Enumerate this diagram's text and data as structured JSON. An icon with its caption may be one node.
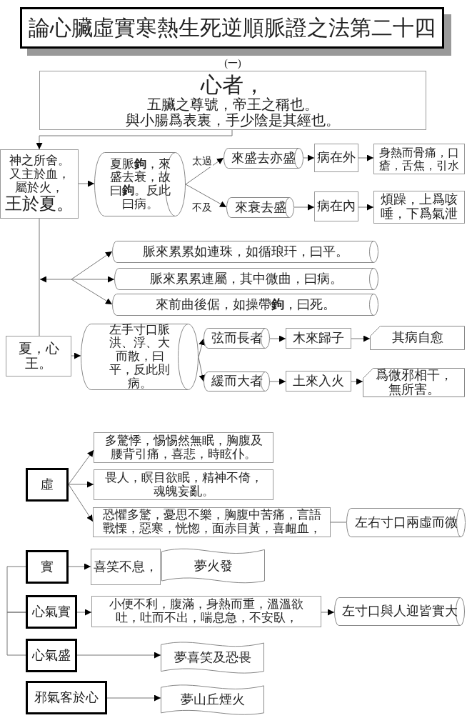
{
  "diagram": {
    "title": "論心臟虛實寒熱生死逆順脈證之法第二十四",
    "nodes": [
      {
        "text": [
          "心者，",
          "五臟之尊號，帝王之稱也。",
          "與小腸爲表裏，手少陰是其經也。"
        ],
        "beside": [
          "(一)"
        ]
      },
      {
        "text": [
          "神之所舍。又主於血，屬於火，",
          "王於夏。"
        ]
      },
      {
        "text": [
          "夏脈**鉤**，來盛去衰，故曰**鉤**。反此曰病。"
        ]
      },
      {
        "text": [
          "來盛去亦盛"
        ]
      },
      {
        "text": [
          "病在外"
        ]
      },
      {
        "text": [
          "身熱而骨痛，口瘡，舌焦，引水"
        ]
      },
      {
        "text": [
          "來衰去盛"
        ]
      },
      {
        "text": [
          "病在內"
        ]
      },
      {
        "text": [
          "煩躁，上爲咳唾，下爲氣泄"
        ]
      },
      {
        "text": [
          "脈來累累如連珠，如循琅玕，曰平。"
        ]
      },
      {
        "text": [
          "脈來累累連屬，其中微曲，曰病。"
        ]
      },
      {
        "text": [
          "來前曲後倨，如操帶**鉤**，曰死。"
        ]
      },
      {
        "text": [
          "夏，心王。"
        ]
      },
      {
        "text": [
          "左手寸口脈洪、浮、大而散，曰平，反此則病。"
        ]
      },
      {
        "text": [
          "弦而長者"
        ]
      },
      {
        "text": [
          "木來歸子"
        ]
      },
      {
        "text": [
          "其病自愈"
        ]
      },
      {
        "text": [
          "緩而大者"
        ]
      },
      {
        "text": [
          "土來入火"
        ]
      },
      {
        "text": [
          "爲微邪相干，無所害。"
        ]
      },
      {
        "text": [
          "虛"
        ]
      },
      {
        "text": [
          "多驚悸，惕惕然無眠，胸腹及腰背引痛，喜悲，時眩仆。"
        ]
      },
      {
        "text": [
          "畏人，瞑目欲眠，精神不倚，魂魄妄亂。"
        ]
      },
      {
        "text": [
          "恐懼多驚，憂思不樂，胸腹中苦痛，言語戰慄，惡寒，恍惚，面赤目黃，喜衄血，"
        ]
      },
      {
        "text": [
          "左右寸口兩虛而微"
        ]
      },
      {
        "text": [
          "實"
        ]
      },
      {
        "text": [
          "喜笑不息，"
        ]
      },
      {
        "text": [
          "夢火發"
        ]
      },
      {
        "text": [
          "心氣實"
        ]
      },
      {
        "text": [
          "小便不利，腹滿，身熱而重，溫溫欲吐，吐而不出，喘息急，不安臥，"
        ]
      },
      {
        "text": [
          "左寸口與人迎皆實大"
        ]
      },
      {
        "text": [
          "心氣盛"
        ]
      },
      {
        "text": [
          "夢喜笑及恐畏"
        ]
      },
      {
        "text": [
          "邪氣客於心"
        ]
      },
      {
        "text": [
          "夢山丘煙火"
        ]
      }
    ],
    "edges": [
      {
        "from": 0,
        "to": 1,
        "arrow": "to"
      },
      {
        "from": 1,
        "to": 2,
        "arrow": "to"
      },
      {
        "from": 2,
        "to": 3,
        "arrow": "to",
        "label": "太過"
      },
      {
        "from": 2,
        "to": 6,
        "arrow": "to",
        "label": "不及"
      },
      {
        "from": 3,
        "to": 4,
        "arrow": "to"
      },
      {
        "from": 4,
        "to": 5,
        "arrow": "to"
      },
      {
        "from": 6,
        "to": 7,
        "arrow": "to"
      },
      {
        "from": 7,
        "to": 8,
        "arrow": "to"
      },
      {
        "from": null,
        "to": 9,
        "arrow": "to"
      },
      {
        "from": null,
        "to": 10,
        "arrow": "to"
      },
      {
        "from": null,
        "to": 11,
        "arrow": "to"
      },
      {
        "from": 1,
        "to": 12,
        "arrow": "none"
      },
      {
        "from": 12,
        "to": 13,
        "arrow": "to"
      },
      {
        "from": 13,
        "to": 14,
        "arrow": "to"
      },
      {
        "from": 13,
        "to": 17,
        "arrow": "to"
      },
      {
        "from": 14,
        "to": 15,
        "arrow": "to"
      },
      {
        "from": 15,
        "to": 16,
        "arrow": "to"
      },
      {
        "from": 17,
        "to": 18,
        "arrow": "to"
      },
      {
        "from": 18,
        "to": 19,
        "arrow": "to"
      },
      {
        "from": 20,
        "to": 21,
        "arrow": "to"
      },
      {
        "from": 20,
        "to": 22,
        "arrow": "to"
      },
      {
        "from": 20,
        "to": 23,
        "arrow": "to"
      },
      {
        "from": 23,
        "to": 24,
        "arrow": "none"
      },
      {
        "from": 25,
        "to": 26,
        "arrow": "to"
      },
      {
        "from": 25,
        "to": 28,
        "arrow": "none"
      },
      {
        "from": 28,
        "to": 31,
        "arrow": "none"
      },
      {
        "from": 28,
        "to": 29,
        "arrow": "to"
      },
      {
        "from": 29,
        "to": 30,
        "arrow": "to"
      },
      {
        "from": 31,
        "to": 32,
        "arrow": "to"
      },
      {
        "from": 33,
        "to": 34,
        "arrow": "to"
      }
    ]
  }
}
